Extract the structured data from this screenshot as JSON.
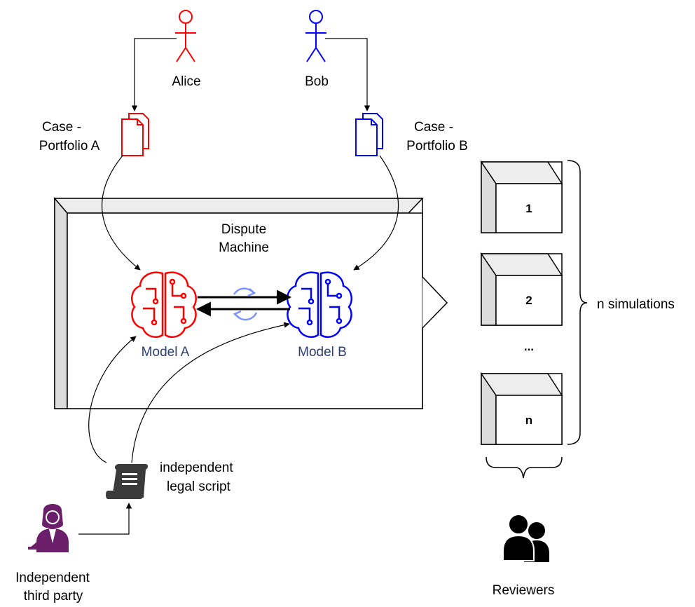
{
  "actors": {
    "alice": {
      "name": "Alice",
      "color": "#ff0000"
    },
    "bob": {
      "name": "Bob",
      "color": "#0000ff"
    }
  },
  "documents": {
    "a": {
      "line1": "Case -",
      "line2": "Portfolio A",
      "color": "#ff0000"
    },
    "b": {
      "line1": "Case -",
      "line2": "Portfolio B",
      "color": "#0000ff"
    }
  },
  "machine": {
    "line1": "Dispute",
    "line2": "Machine"
  },
  "models": {
    "a": {
      "label": "Model A",
      "color": "#ff0000",
      "label_color": "#2d3f73"
    },
    "b": {
      "label": "Model B",
      "color": "#0000ff",
      "label_color": "#2d3f73"
    }
  },
  "sync_icon": {
    "name": "sync-icon",
    "color": "#7b93ff"
  },
  "simulations": {
    "boxes": [
      "1",
      "2",
      "n"
    ],
    "ellipsis": "...",
    "brace_label": "n simulations"
  },
  "script": {
    "line1": "independent",
    "line2": "legal script",
    "icon": "scroll-icon"
  },
  "third_party": {
    "line1": "Independent",
    "line2": "third party",
    "icon": "judge-icon",
    "color": "#6b1f6b"
  },
  "reviewers": {
    "label": "Reviewers",
    "icon": "users-icon"
  }
}
